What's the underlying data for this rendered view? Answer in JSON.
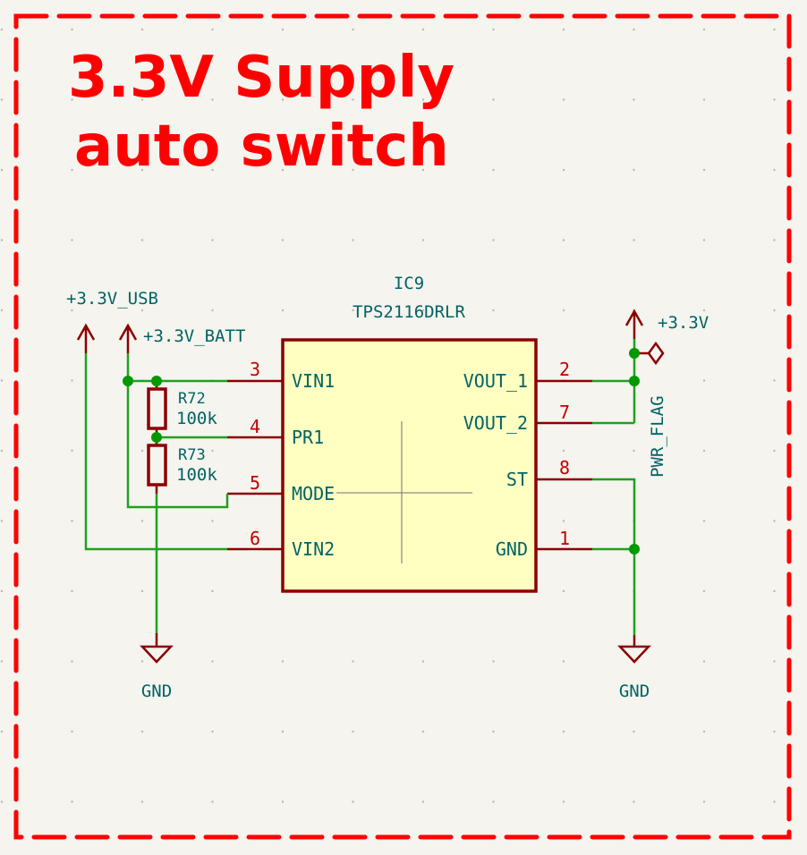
{
  "sheet": {
    "title_line1": "3.3V Supply",
    "title_line2": "auto switch",
    "frame_color": "#ff0000",
    "wire_color": "#20a020",
    "symbol_color": "#8b0000",
    "text_color": "#006464",
    "ic_fill": "#ffffc2"
  },
  "ic": {
    "ref": "IC9",
    "value": "TPS2116DRLR",
    "left_pins": [
      {
        "number": "3",
        "name": "VIN1"
      },
      {
        "number": "4",
        "name": "PR1"
      },
      {
        "number": "5",
        "name": "MODE"
      },
      {
        "number": "6",
        "name": "VIN2"
      }
    ],
    "right_pins": [
      {
        "number": "2",
        "name": "VOUT_1"
      },
      {
        "number": "7",
        "name": "VOUT_2"
      },
      {
        "number": "8",
        "name": "ST"
      },
      {
        "number": "1",
        "name": "GND"
      }
    ]
  },
  "resistors": [
    {
      "ref": "R72",
      "value": "100k"
    },
    {
      "ref": "R73",
      "value": "100k"
    }
  ],
  "power": {
    "usb": "+3.3V_USB",
    "batt": "+3.3V_BATT",
    "out": "+3.3V",
    "flag": "PWR_FLAG",
    "gnd_left": "GND",
    "gnd_right": "GND"
  }
}
